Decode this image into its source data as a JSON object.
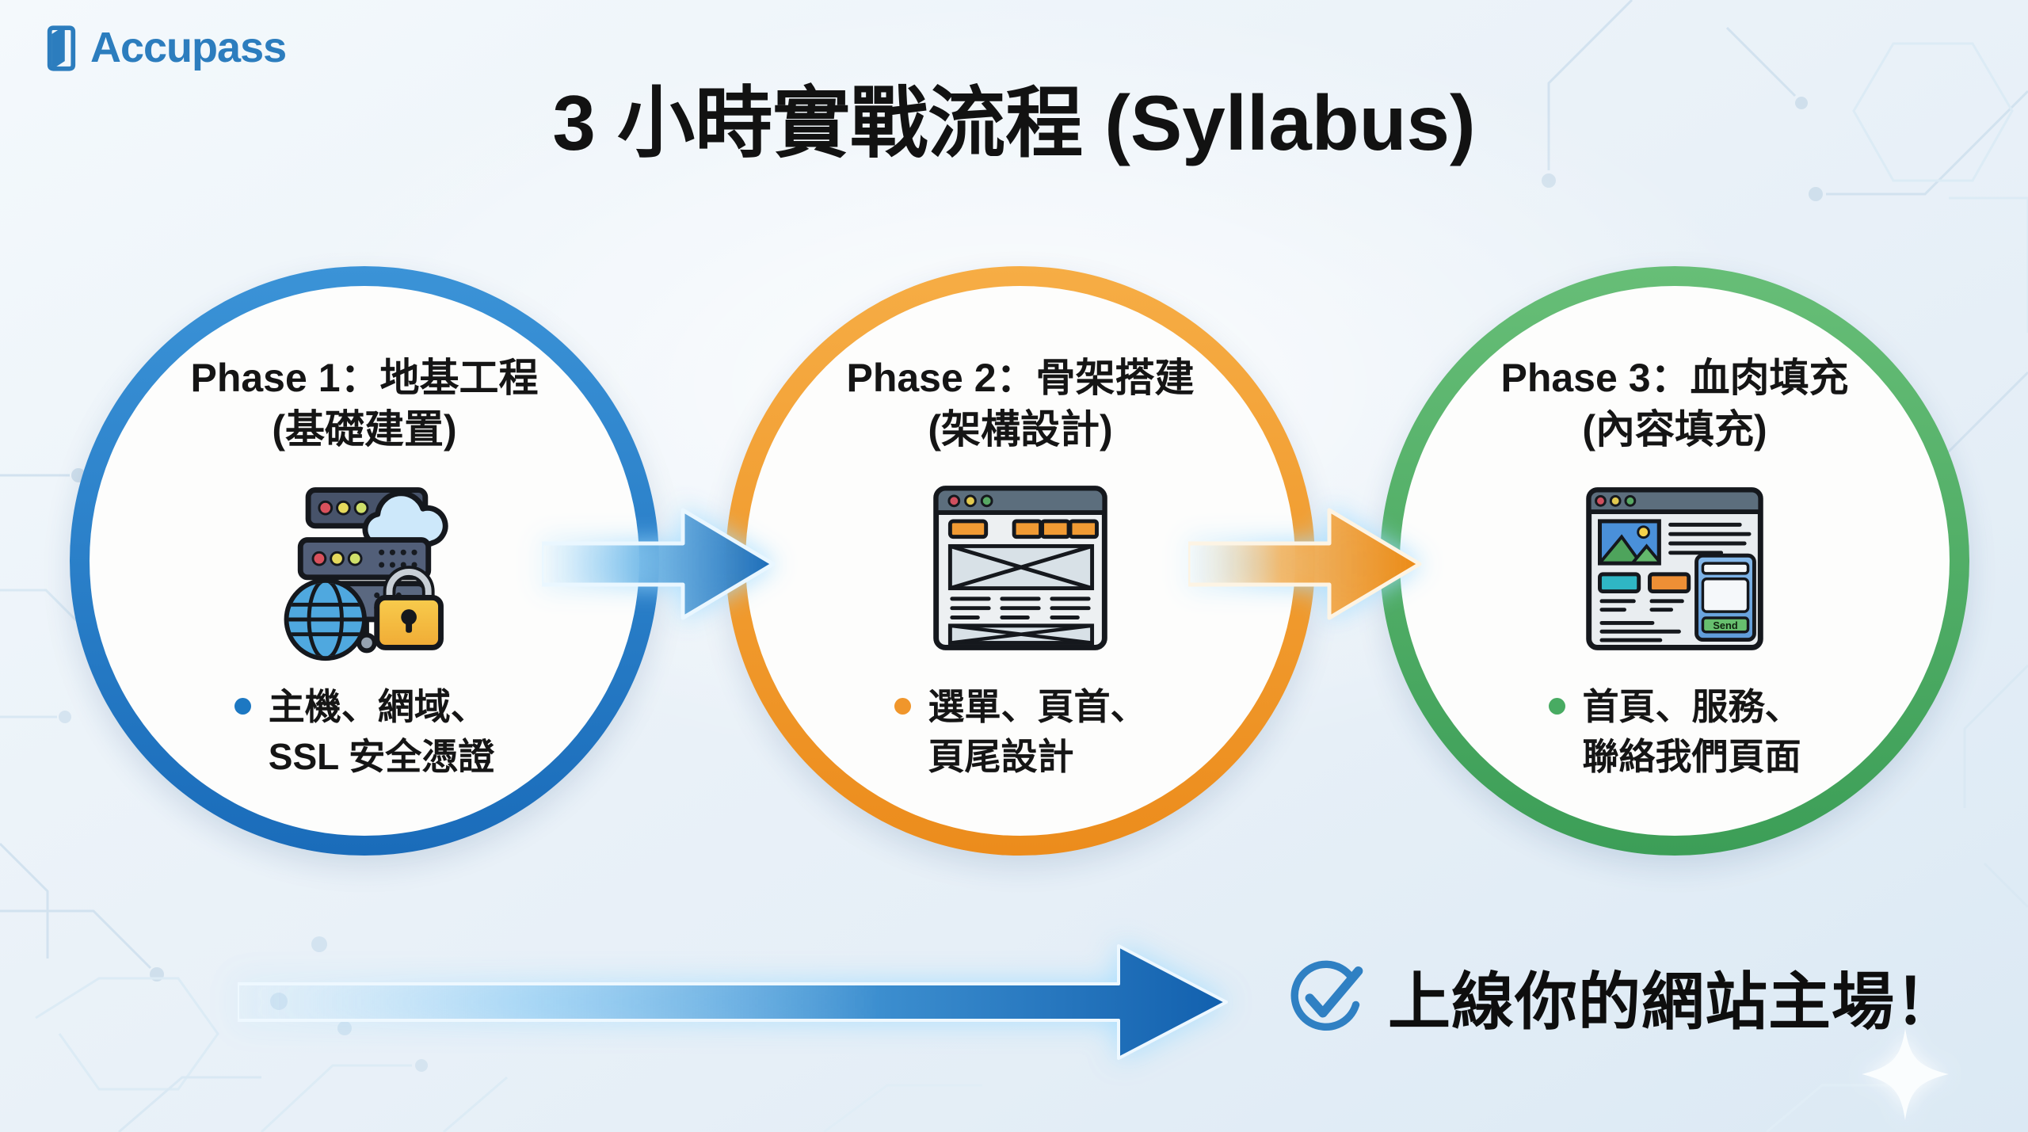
{
  "logo": {
    "brand": "Accupass"
  },
  "header": {
    "title": "3 小時實戰流程 (Syllabus)"
  },
  "phases": [
    {
      "id": "phase-1",
      "accent": "#1f7ac6",
      "title_line1": "Phase 1：地基工程",
      "title_line2": "(基礎建置)",
      "icon": "server-hosting-icon",
      "bullet_line1": "主機、網域、",
      "bullet_line2": "SSL 安全憑證"
    },
    {
      "id": "phase-2",
      "accent": "#f0962b",
      "title_line1": "Phase 2：骨架搭建",
      "title_line2": "(架構設計)",
      "icon": "wireframe-browser-icon",
      "bullet_line1": "選單、頁首、",
      "bullet_line2": "頁尾設計"
    },
    {
      "id": "phase-3",
      "accent": "#4aa963",
      "title_line1": "Phase 3：血肉填充",
      "title_line2": "(內容填充)",
      "icon": "content-browser-icon",
      "bullet_line1": "首頁、服務、",
      "bullet_line2": "聯絡我們頁面",
      "send_button_label": "Send"
    }
  ],
  "finale": {
    "label": "上線你的網站主場！"
  },
  "palette": {
    "background": "#e9f1f8",
    "phase1_blue": "#1f7ac6",
    "phase2_orange": "#ef941f",
    "phase3_green": "#4aa963",
    "title_text": "#121212",
    "logo_blue": "#2c7dbe",
    "arrow_blue": "#1a6bb7",
    "arrow_orange": "#ec8a15",
    "circuit_line": "#d0e1ee"
  }
}
